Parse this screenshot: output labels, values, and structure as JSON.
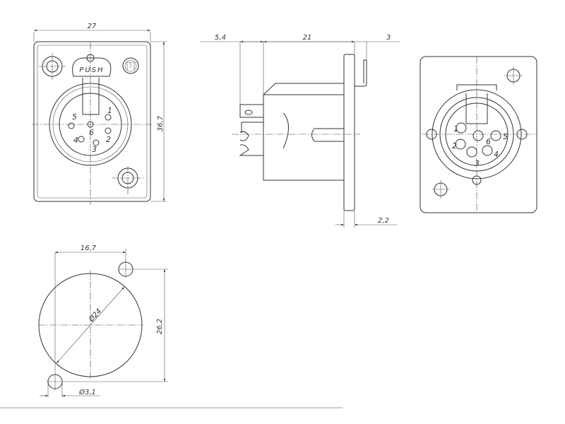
{
  "drawing": {
    "front_view": {
      "width_dim": "27",
      "height_dim": "36,7",
      "push_label": "PUSH",
      "pins": [
        "1",
        "2",
        "3",
        "4",
        "5",
        "6"
      ]
    },
    "side_view": {
      "dim_a": "5,4",
      "dim_b": "21",
      "dim_c": "3",
      "dim_flange": "2,2"
    },
    "rear_view": {
      "pins": [
        "1",
        "2",
        "3",
        "4",
        "5",
        "6"
      ]
    },
    "panel_cutout": {
      "hole_spacing_x": "16,7",
      "hole_spacing_y": "26,2",
      "cutout_diameter": "Ø24",
      "hole_diameter": "Ø3,1"
    }
  }
}
